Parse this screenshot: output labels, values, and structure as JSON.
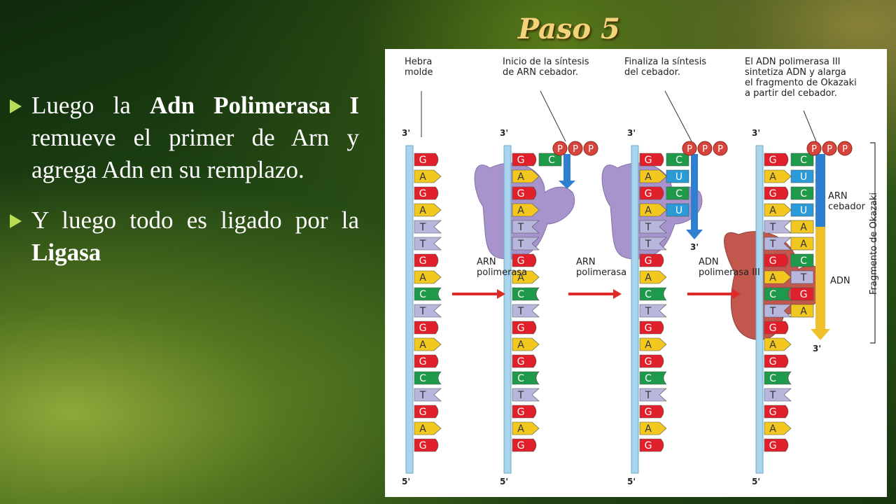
{
  "slide": {
    "title": "Paso 5",
    "bullets": [
      {
        "pre1": "Luego la ",
        "bold1": "Adn Polimerasa I",
        "post1": " remueve el primer de Arn y agrega Adn en su remplazo."
      },
      {
        "pre1": "Y luego todo es ligado por la ",
        "bold1": "Ligasa",
        "post1": ""
      }
    ],
    "bullet_icon": "triangle-bullet-icon"
  },
  "diagram": {
    "labels": {
      "template": [
        "Hebra",
        "molde"
      ],
      "primer_start": [
        "Inicio de la síntesis",
        "de ARN cebador."
      ],
      "primer_end": [
        "Finaliza la síntesis",
        "del cebador."
      ],
      "polymerase3": [
        "El ADN polimerasa III",
        "sintetiza ADN y alarga",
        "el fragmento de Okazaki",
        "a partir del cebador."
      ],
      "arn_pol": [
        "ARN",
        "polimerasa"
      ],
      "adn_pol3": [
        "ADN",
        "polimerasa III"
      ],
      "arn_cebador": [
        "ARN",
        "cebador"
      ],
      "adn": "ADN",
      "okazaki": "Fragmento de Okazaki",
      "end3": "3'",
      "end5": "5'",
      "phosphate": "P"
    },
    "template_bases": [
      "G",
      "A",
      "G",
      "A",
      "T",
      "T",
      "G",
      "A",
      "C",
      "T",
      "G",
      "A",
      "G",
      "C",
      "T",
      "G",
      "A",
      "G"
    ],
    "panel_pairs": [
      [],
      [
        {
          "base": "C",
          "type": "dna"
        }
      ],
      [
        {
          "base": "C",
          "type": "dna"
        },
        {
          "base": "U",
          "type": "rna"
        },
        {
          "base": "C",
          "type": "dna"
        },
        {
          "base": "U",
          "type": "rna"
        }
      ],
      [
        {
          "base": "C",
          "type": "dna"
        },
        {
          "base": "U",
          "type": "rna"
        },
        {
          "base": "C",
          "type": "dna"
        },
        {
          "base": "U",
          "type": "rna"
        },
        {
          "base": "A",
          "type": "dna"
        },
        {
          "base": "A",
          "type": "dna"
        },
        {
          "base": "C",
          "type": "dna"
        },
        {
          "base": "T",
          "type": "dna"
        },
        {
          "base": "G",
          "type": "dna"
        },
        {
          "base": "A",
          "type": "dna"
        }
      ]
    ],
    "colors": {
      "G": "#e0202a",
      "A": "#f2c81e",
      "T": "#b7b7dd",
      "C": "#1e9a4a",
      "U": "#2a9ad8",
      "backbone": "#a9d4ee",
      "arrow": "#e02a2a",
      "rna_strand": "#2f7fd0",
      "dna_strand": "#f0c02a",
      "enzyme_purple": "#9a82c4",
      "enzyme_red": "#b83a30",
      "phosphate": "#d6443c"
    }
  }
}
